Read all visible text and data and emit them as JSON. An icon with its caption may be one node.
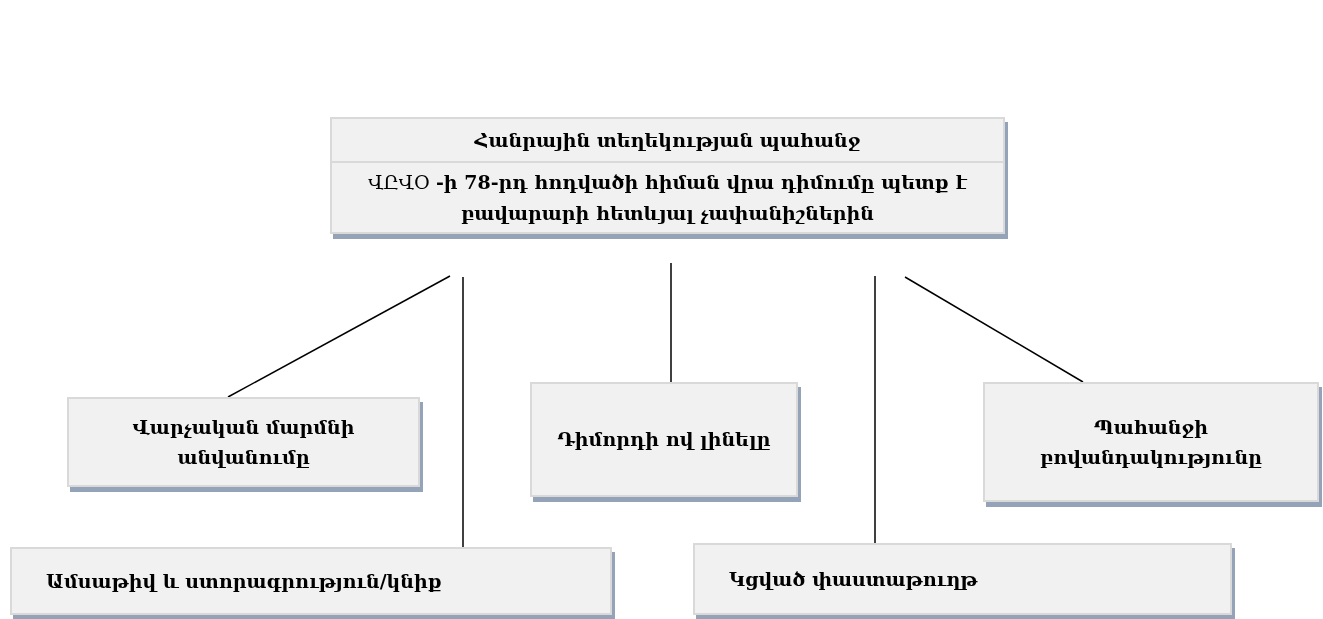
{
  "diagram": {
    "nodes": [
      {
        "text": [
          "Հանրային տեղեկության պահանջ",
          "ՎԸՎՕ **-ի 78-րդ հոդվածի հիման վրա դիմումը պետք է բավարարի հետևյալ չափանիշներին**"
        ]
      },
      {
        "text": [
          "Վարչական մարմնի անվանումը"
        ]
      },
      {
        "text": [
          "Դիմորդի ով լինելը"
        ]
      },
      {
        "text": [
          "Պահանջի բովանդակությունը"
        ]
      },
      {
        "text": [
          "Ամսաթիվ և ստորագրություն/կնիք"
        ]
      },
      {
        "text": [
          "Կցված փաստաթուղթ"
        ]
      }
    ],
    "edges": [
      {
        "from": null,
        "to": 1,
        "arrow": "none"
      },
      {
        "from": null,
        "to": 4,
        "arrow": "none"
      },
      {
        "from": null,
        "to": 2,
        "arrow": "none"
      },
      {
        "from": null,
        "to": 5,
        "arrow": "none"
      },
      {
        "from": null,
        "to": 3,
        "arrow": "none"
      }
    ]
  }
}
